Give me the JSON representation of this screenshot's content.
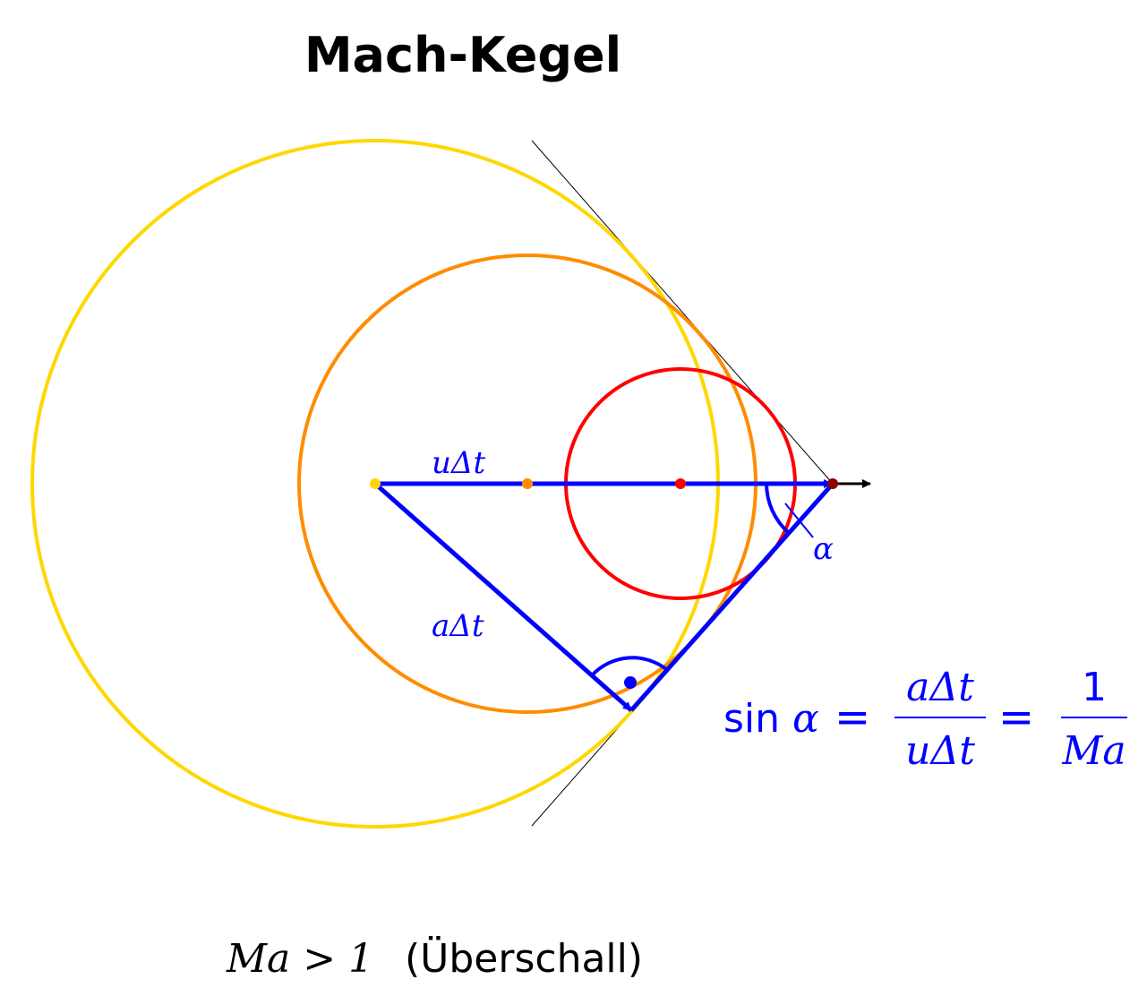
{
  "title": "Mach-Kegel",
  "labels": {
    "u_dt": "uΔt",
    "a_dt": "aΔt",
    "alpha": "α"
  },
  "formula": {
    "sin": "sin",
    "alpha": "α",
    "eq": "=",
    "num1": "aΔt",
    "den1": "uΔt",
    "num2": "1",
    "den2": "Ma"
  },
  "caption": {
    "math": "Ma > 1",
    "text": "(Überschall)"
  },
  "colors": {
    "yellow": "#ffd700",
    "orange": "#ff8c00",
    "red": "#ff0000",
    "dark_red": "#8b0000",
    "blue": "#0000ff",
    "black": "#000000"
  }
}
